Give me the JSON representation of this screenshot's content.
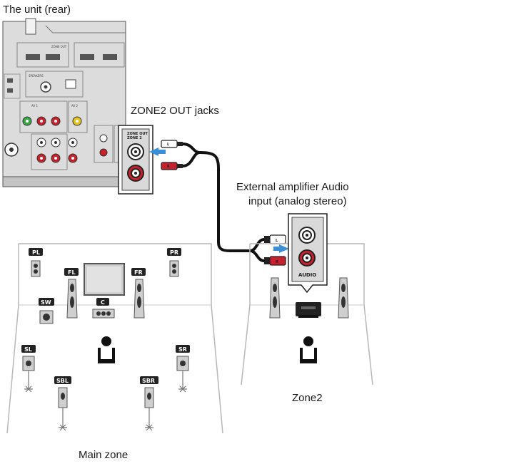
{
  "labels": {
    "unit_rear": "The unit (rear)",
    "zone2_out": "ZONE2 OUT jacks",
    "ext_amp_line1": "External amplifier Audio",
    "ext_amp_line2": "input (analog stereo)",
    "zone2": "Zone2",
    "main_zone": "Main zone"
  },
  "panel": {
    "zone_out_title": "ZONE OUT",
    "zone_out_sub": "ZONE 2",
    "audio_label": "AUDIO",
    "plug_left": "L",
    "plug_right": "R"
  },
  "speakers": {
    "fl": "FL",
    "fr": "FR",
    "pl": "PL",
    "pr": "PR",
    "sw": "SW",
    "c": "C",
    "sl": "SL",
    "sr": "SR",
    "sbl": "SBL",
    "sbr": "SBR"
  },
  "colors": {
    "ink": "#1a1a1a",
    "arrow": "#3b8fd6",
    "red_jack": "#c8202c",
    "panel_gray": "#d9d9d9",
    "room_line": "#b8b8b8"
  }
}
